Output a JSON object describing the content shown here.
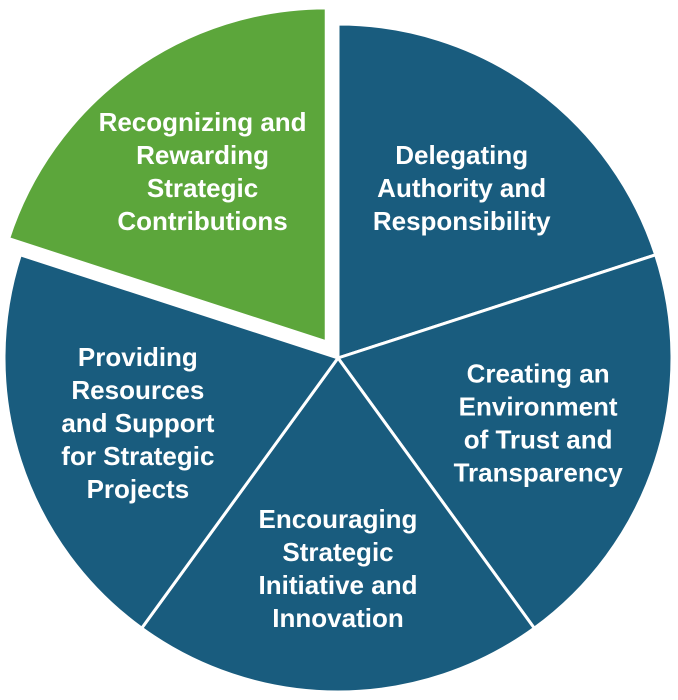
{
  "segments": [
    {
      "id": "delegating",
      "lines": [
        "Delegating",
        "Authority and",
        "Responsibility"
      ],
      "color": "#195C7E"
    },
    {
      "id": "trust",
      "lines": [
        "Creating an",
        "Environment",
        "of Trust and",
        "Transparency"
      ],
      "color": "#195C7E"
    },
    {
      "id": "initiative",
      "lines": [
        "Encouraging",
        "Strategic",
        "Initiative and",
        "Innovation"
      ],
      "color": "#195C7E"
    },
    {
      "id": "resources",
      "lines": [
        "Providing",
        "Resources",
        "and Support",
        "for Strategic",
        "Projects"
      ],
      "color": "#195C7E"
    },
    {
      "id": "recognizing",
      "lines": [
        "Recognizing and",
        "Rewarding",
        "Strategic",
        "Contributions"
      ],
      "color": "#5CA63B",
      "highlighted": true
    }
  ],
  "colors": {
    "segment_stroke": "#ffffff",
    "highlight": "#5CA63B",
    "primary": "#195C7E"
  }
}
